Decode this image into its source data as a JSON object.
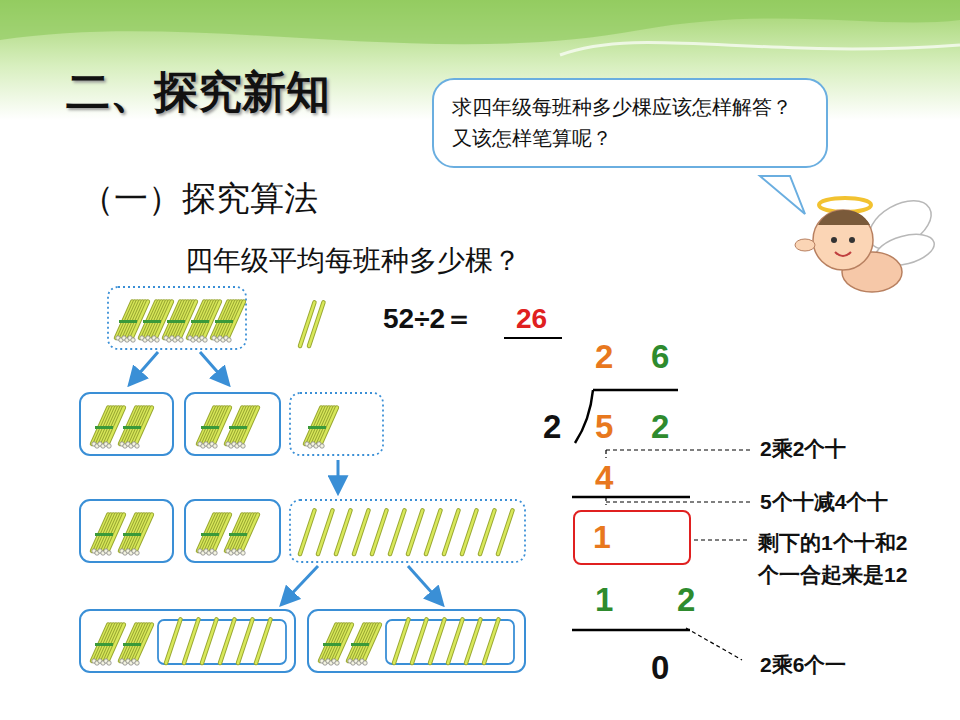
{
  "diagram": {
    "title": "二、探究新知",
    "nodes": [
      {
        "text": [
          "求四年级每班种多少棵应该怎样解答？又该怎样笔算呢？"
        ]
      },
      {
        "text": [
          "1"
        ]
      }
    ],
    "labels": [
      "（一）探究算法",
      "四年级平均每班种多少棵？",
      "52÷2＝",
      "26",
      "2",
      "6",
      "2",
      "5",
      "2",
      "4",
      "1",
      "2",
      "0",
      "2乘2个十",
      "5个十减4个十",
      "剩下的1个十和2个一合起来是12",
      "2乘6个一"
    ]
  }
}
